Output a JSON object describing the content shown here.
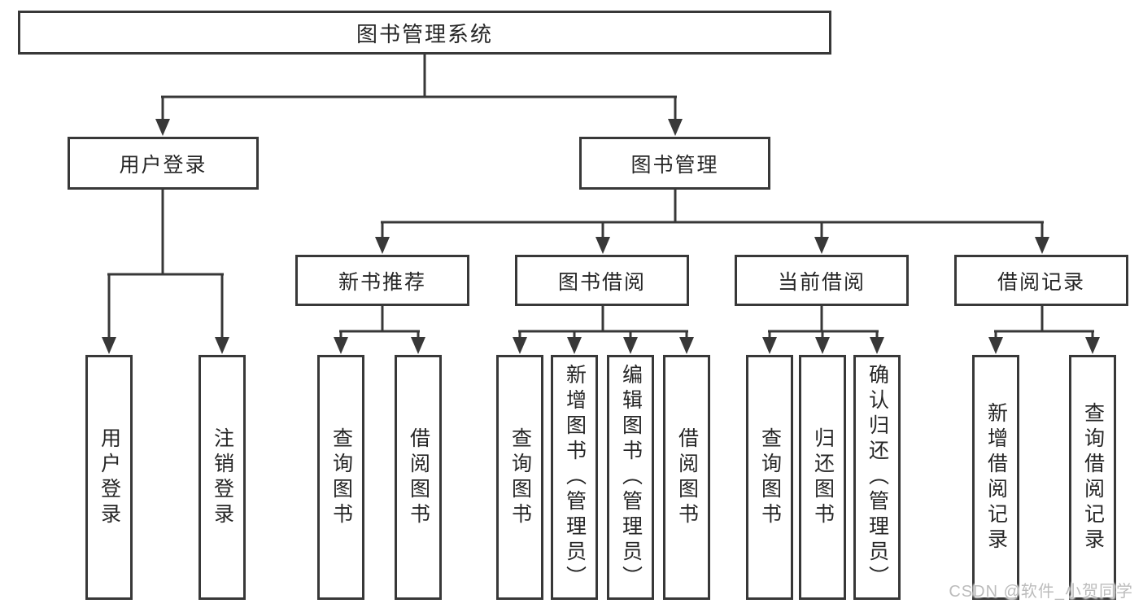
{
  "diagram": {
    "title": "图书管理系统",
    "root": {
      "label": "图书管理系统"
    },
    "level2": [
      {
        "label": "用户登录",
        "parent": "图书管理系统"
      },
      {
        "label": "图书管理",
        "parent": "图书管理系统"
      }
    ],
    "level3": [
      {
        "label": "新书推荐",
        "parent": "图书管理"
      },
      {
        "label": "图书借阅",
        "parent": "图书管理"
      },
      {
        "label": "当前借阅",
        "parent": "图书管理"
      },
      {
        "label": "借阅记录",
        "parent": "图书管理"
      }
    ],
    "level4": [
      {
        "label": "用户登录",
        "parent": "用户登录"
      },
      {
        "label": "注销登录",
        "parent": "用户登录"
      },
      {
        "label": "查询图书",
        "parent": "新书推荐"
      },
      {
        "label": "借阅图书",
        "parent": "新书推荐"
      },
      {
        "label": "查询图书",
        "parent": "图书借阅"
      },
      {
        "label": "新增图书（管理员）",
        "parent": "图书借阅"
      },
      {
        "label": "编辑图书（管理员）",
        "parent": "图书借阅"
      },
      {
        "label": "借阅图书",
        "parent": "图书借阅"
      },
      {
        "label": "查询图书",
        "parent": "当前借阅"
      },
      {
        "label": "归还图书",
        "parent": "当前借阅"
      },
      {
        "label": "确认归还（管理员）",
        "parent": "当前借阅"
      },
      {
        "label": "新增借阅记录",
        "parent": "借阅记录"
      },
      {
        "label": "查询借阅记录",
        "parent": "借阅记录"
      }
    ],
    "watermark": "CSDN @软件_小贺同学",
    "colors": {
      "line": "#383838",
      "text": "#262626",
      "background": "#ffffff",
      "watermark": "#bcbcbc"
    }
  }
}
